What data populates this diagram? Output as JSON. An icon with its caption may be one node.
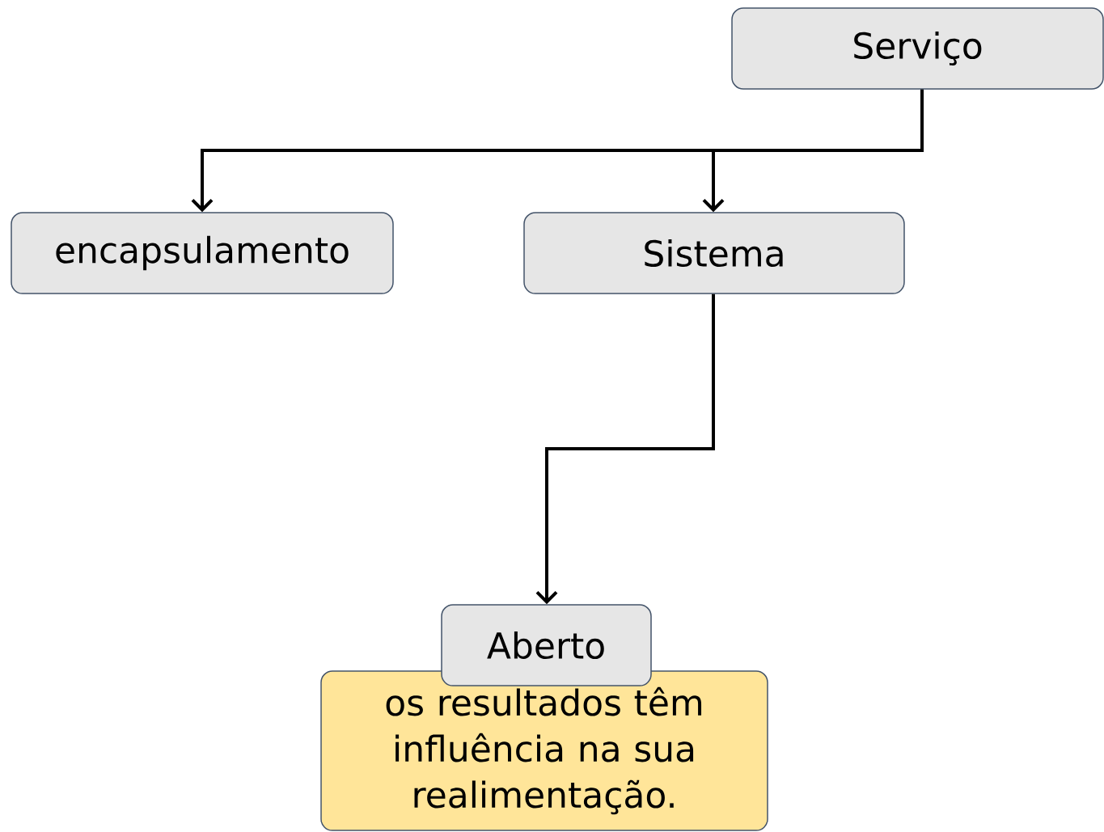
{
  "diagram": {
    "nodes": [
      {
        "text": [
          "Serviço"
        ]
      },
      {
        "text": [
          "encapsulamento"
        ]
      },
      {
        "text": [
          "Sistema"
        ]
      },
      {
        "text": [
          "Aberto"
        ]
      },
      {
        "text": [
          "os resultados têm influência na sua realimentação."
        ]
      }
    ],
    "edges": [
      {
        "from": 0,
        "to": 1,
        "arrow": "to"
      },
      {
        "from": 0,
        "to": 2,
        "arrow": "to"
      },
      {
        "from": 2,
        "to": 3,
        "arrow": "to"
      }
    ]
  }
}
